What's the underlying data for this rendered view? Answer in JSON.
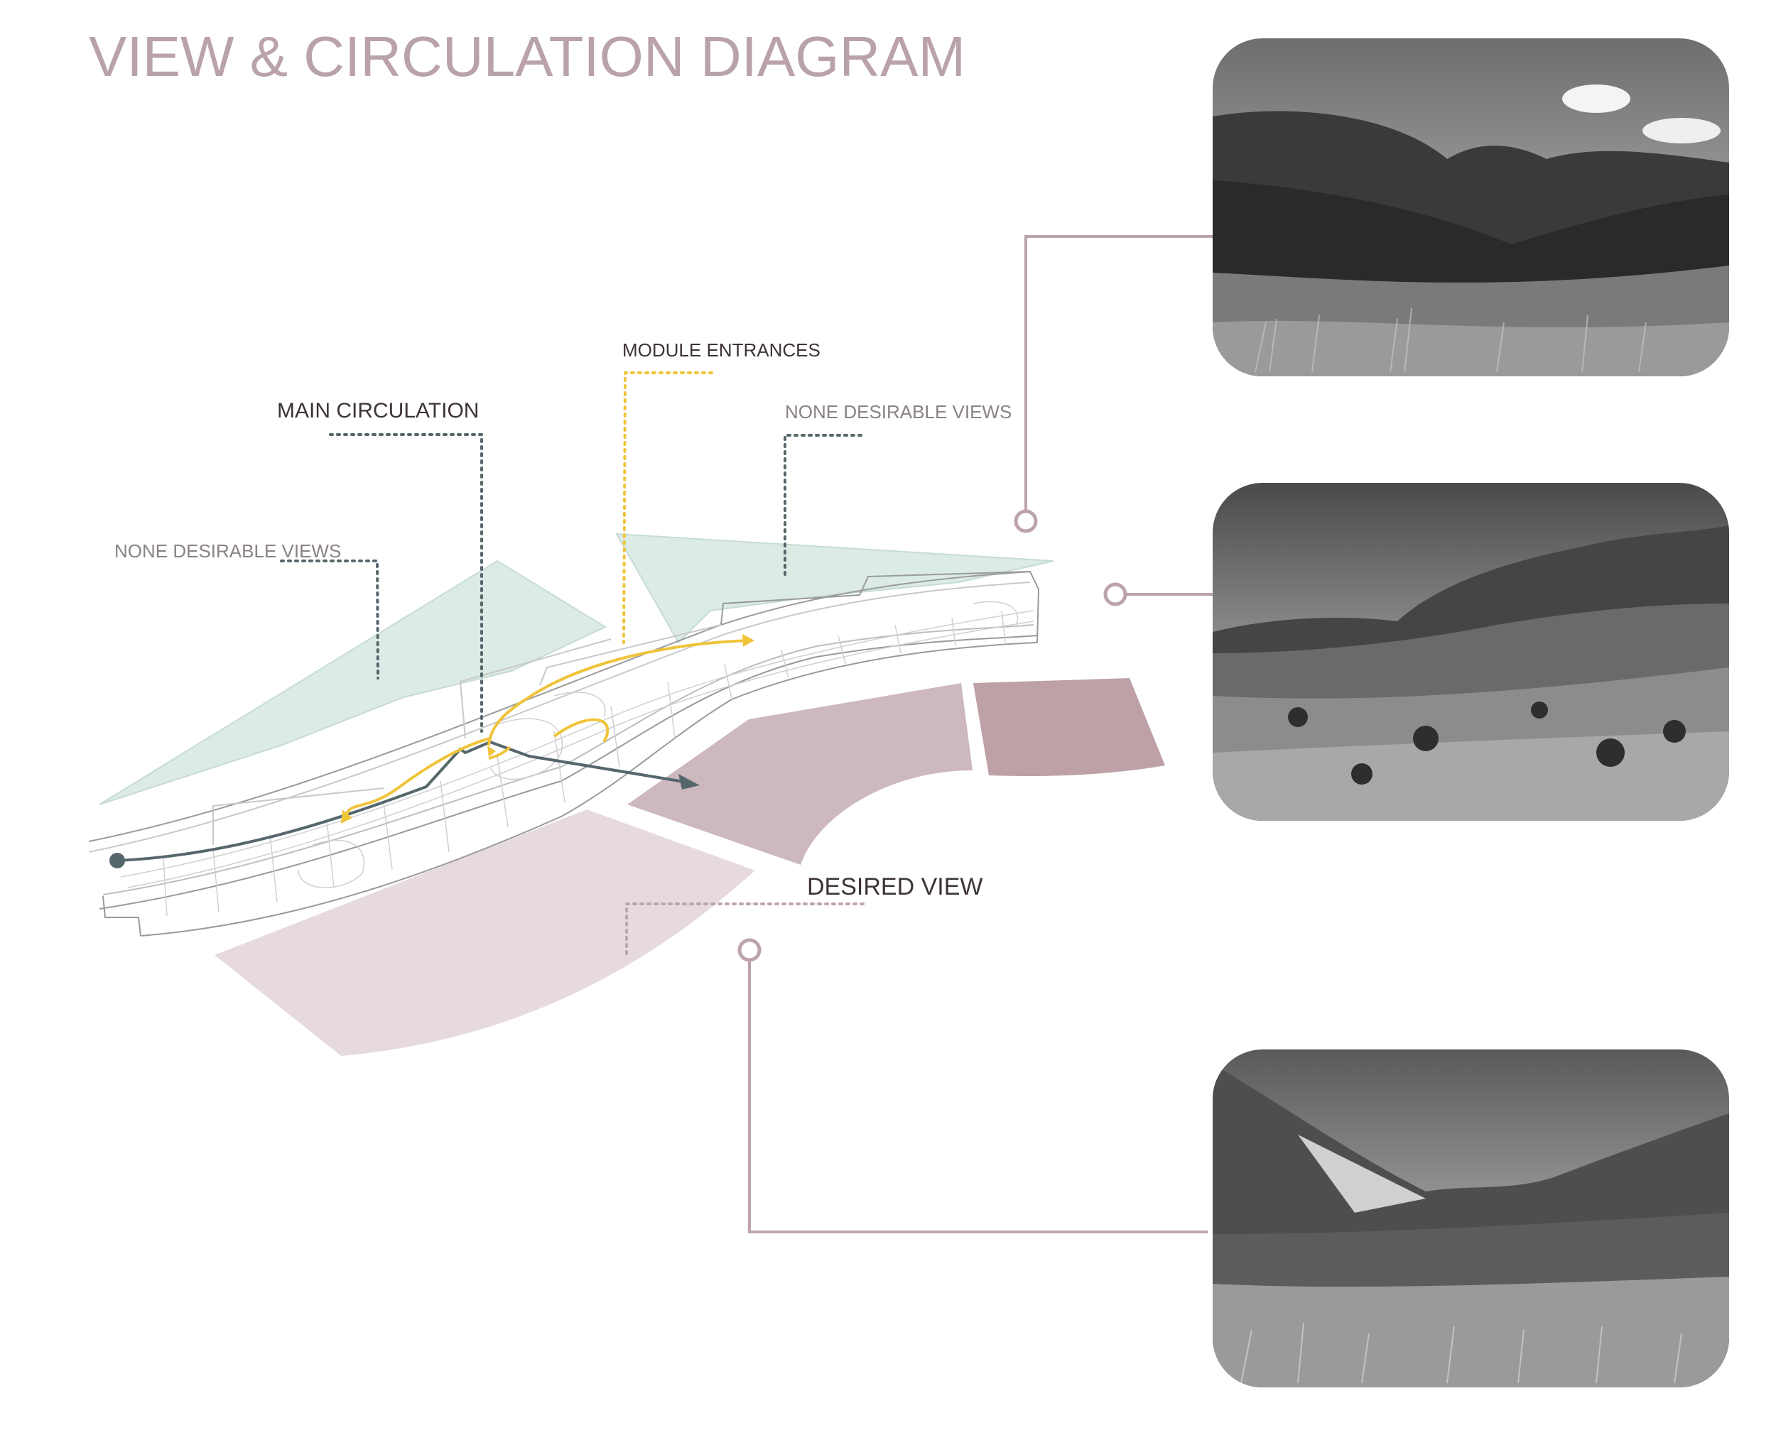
{
  "title": "VIEW & CIRCULATION DIAGRAM",
  "labels": {
    "main_circulation": "MAIN CIRCULATION",
    "module_entrances": "MODULE ENTRANCES",
    "none_desirable_views_right": "NONE DESIRABLE VIEWS",
    "none_desirable_views_left": "NONE DESIRABLE VIEWS",
    "desired_view": "DESIRED VIEW"
  },
  "colors": {
    "title": "#b9a3a8",
    "undesirable_zone": "#dcebe5",
    "desired_zone_light": "#e6dadd",
    "desired_zone_mid": "#cdb9bd",
    "desired_zone_dark": "#bda1a6",
    "main_circulation": "#55676b",
    "module_entrances": "#f0c43a",
    "leader_lines": "#bca4a9"
  },
  "photos": [
    {
      "name": "mountain-view-photo-top",
      "style": "grayscale"
    },
    {
      "name": "mountain-view-photo-middle",
      "style": "grayscale"
    },
    {
      "name": "mountain-view-photo-bottom",
      "style": "grayscale"
    }
  ]
}
